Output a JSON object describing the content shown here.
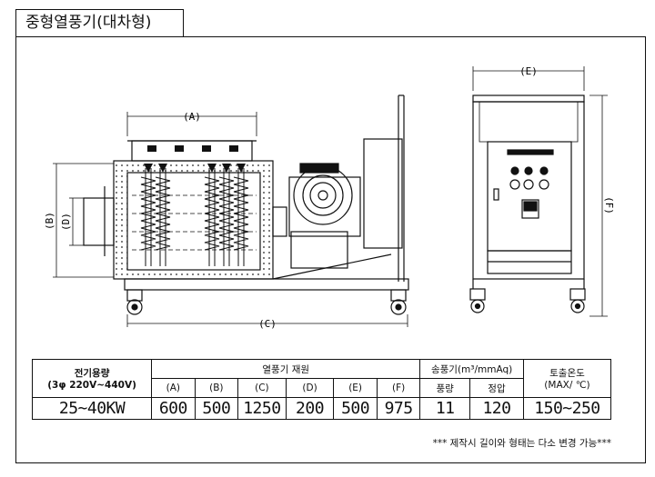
{
  "title": "중형열풍기(대차형)",
  "dimensions": {
    "A": "(A)",
    "B": "(B)",
    "C": "(C)",
    "D": "(D)",
    "E": "(E)",
    "F": "(F)"
  },
  "table": {
    "power_label": "전기용량",
    "power_sub": "(3φ 220V~440V)",
    "group_dims": "열풍기 재원",
    "group_fan": "송풍기(m³/mmAq)",
    "group_temp": "토출온도",
    "temp_sub": "(MAX/ ℃)",
    "dim_headers": [
      "(A)",
      "(B)",
      "(C)",
      "(D)",
      "(E)",
      "(F)"
    ],
    "fan_headers": [
      "풍량",
      "정압"
    ],
    "values": {
      "power": "25~40KW",
      "dims": [
        "600",
        "500",
        "1250",
        "200",
        "500",
        "975"
      ],
      "fan": [
        "11",
        "120"
      ],
      "temp": "150~250"
    }
  },
  "note": "*** 제작시 길이와 형태는 다소 변경 가능***"
}
